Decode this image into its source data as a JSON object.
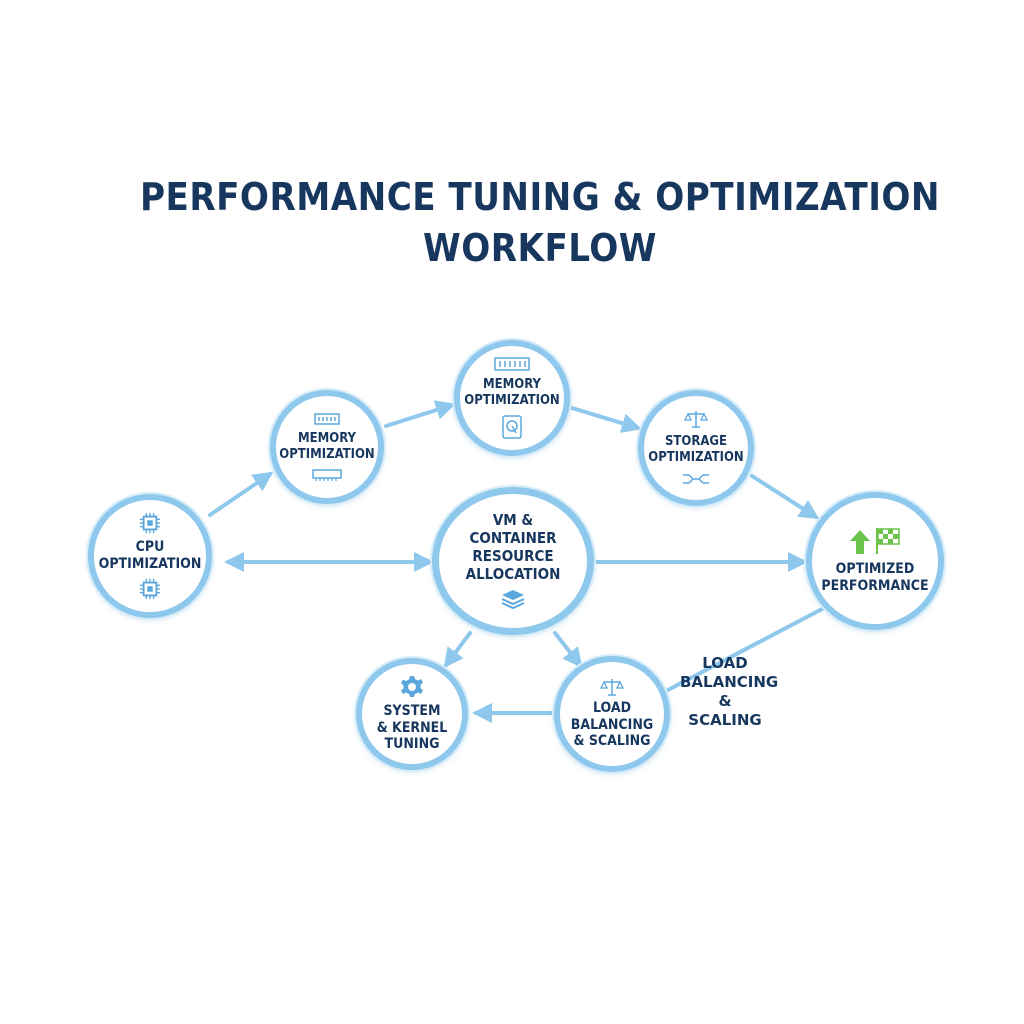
{
  "title": {
    "line1": "PERFORMANCE TUNING & OPTIMIZATION",
    "line2": "WORKFLOW"
  },
  "nodes": {
    "cpu": {
      "label": "CPU\nOPTIMIZATION",
      "icons": [
        "cpu-chip-icon",
        "cpu-chip-icon"
      ]
    },
    "memory_left": {
      "label": "MEMORY\nOPTIMIZATION",
      "icons": [
        "ram-module-icon",
        "ram-module-icon"
      ]
    },
    "memory_top": {
      "label": "MEMORY\nOPTIMIZATION",
      "icons": [
        "ram-module-icon",
        "hard-drive-icon"
      ]
    },
    "storage": {
      "label": "STORAGE\nOPTIMIZATION",
      "icons": [
        "balance-scale-icon",
        "network-switch-icon"
      ]
    },
    "vm": {
      "label": "VM &\nCONTAINER\nRESOURCE\nALLOCATION",
      "icons": [
        "stacked-layers-icon"
      ]
    },
    "optimized": {
      "label": "OPTIMIZED\nPERFORMANCE",
      "icons": [
        "up-arrow-icon",
        "checkered-flag-icon"
      ]
    },
    "kernel": {
      "label": "SYSTEM\n& KERNEL\nTUNING",
      "icons": [
        "gear-icon"
      ]
    },
    "load": {
      "label": "LOAD\nBALANCING\n& SCALING",
      "icons": [
        "balance-scale-icon"
      ]
    }
  },
  "edge_label": {
    "text": "LOAD\nBALANCING\n& SCALING"
  },
  "colors": {
    "title": "#17375e",
    "node_border": "#8ec8ec",
    "arrow": "#8ec8ec",
    "icon": "#5ba7dd",
    "accent_green": "#6cc24a"
  }
}
